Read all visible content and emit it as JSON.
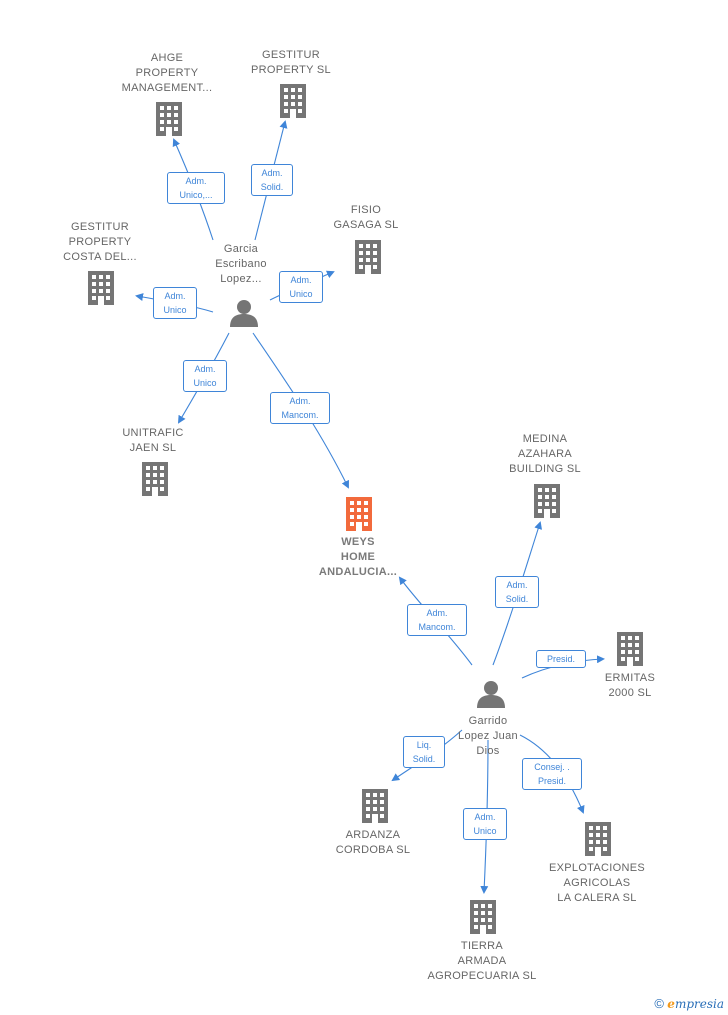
{
  "nodes": {
    "ahge": "AHGE\nPROPERTY\nMANAGEMENT...",
    "gestitur_sl": "GESTITUR\nPROPERTY  SL",
    "fisio": "FISIO\nGASAGA  SL",
    "gestitur_costa": "GESTITUR\nPROPERTY\nCOSTA DEL...",
    "garcia": "Garcia\nEscribano\nLopez...",
    "unitrafic": "UNITRAFIC\nJAEN  SL",
    "weys": "WEYS\nHOME\nANDALUCIA...",
    "medina": "MEDINA\nAZAHARA\nBUILDING  SL",
    "ermitas": "ERMITAS\n2000 SL",
    "garrido": "Garrido\nLopez Juan\nDios",
    "ardanza": "ARDANZA\nCORDOBA SL",
    "explotaciones": "EXPLOTACIONES\nAGRICOLAS\nLA CALERA SL",
    "tierra": "TIERRA\nARMADA\nAGROPECUARIA SL"
  },
  "edges": {
    "garcia_ahge": "Adm.\nUnico,...",
    "garcia_gestitur_sl": "Adm.\nSolid.",
    "garcia_fisio": "Adm.\nUnico",
    "garcia_gestitur_costa": "Adm.\nUnico",
    "garcia_unitrafic": "Adm.\nUnico",
    "garcia_weys": "Adm.\nMancom.",
    "garrido_weys": "Adm.\nMancom.",
    "garrido_medina": "Adm.\nSolid.",
    "garrido_ermitas": "Presid.",
    "garrido_ardanza": "Liq.\nSolid.",
    "garrido_explotaciones": "Consej. .\nPresid.",
    "garrido_tierra": "Adm.\nUnico"
  },
  "footer": {
    "copyright": "©",
    "brand_e": "e",
    "brand_rest": "mpresia"
  },
  "colors": {
    "edge": "#3f85d8",
    "building": "#757575",
    "focus_building": "#f26a3c",
    "person": "#757575"
  }
}
